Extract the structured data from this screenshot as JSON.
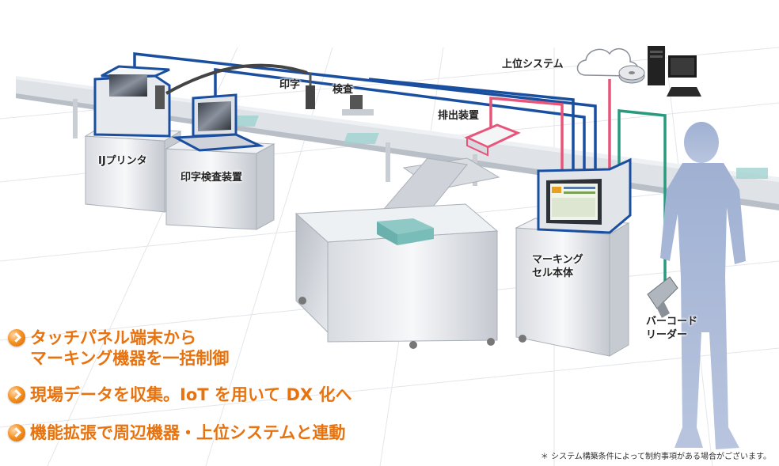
{
  "labels": {
    "upper_system": "上位システム",
    "print": "印字",
    "inspection": "検査",
    "eject_device": "排出装置",
    "ij_printer": "IJプリンタ",
    "print_inspection_device": "印字検査装置",
    "marking_cell": "マーキング\nセル本体",
    "barcode_reader": "バーコード\nリーダー"
  },
  "features": [
    "タッチパネル端末から\nマーキング機器を一括制御",
    "現場データを収集。IoT を用いて DX 化へ",
    "機能拡張で周辺機器・上位システムと連動"
  ],
  "footnote": "＊ システム構築条件によって制約事項がある場合がございます。",
  "colors": {
    "blue_line": "#1a4fa0",
    "pink_line": "#e8557a",
    "teal_line": "#2a9a7e",
    "accent_orange": "#e8730e",
    "person": "#a9b8d6"
  },
  "icons": [
    "cloud-icon",
    "disc-icon",
    "pc-tower-icon",
    "monitor-icon",
    "person-silhouette",
    "barcode-scanner-icon"
  ]
}
